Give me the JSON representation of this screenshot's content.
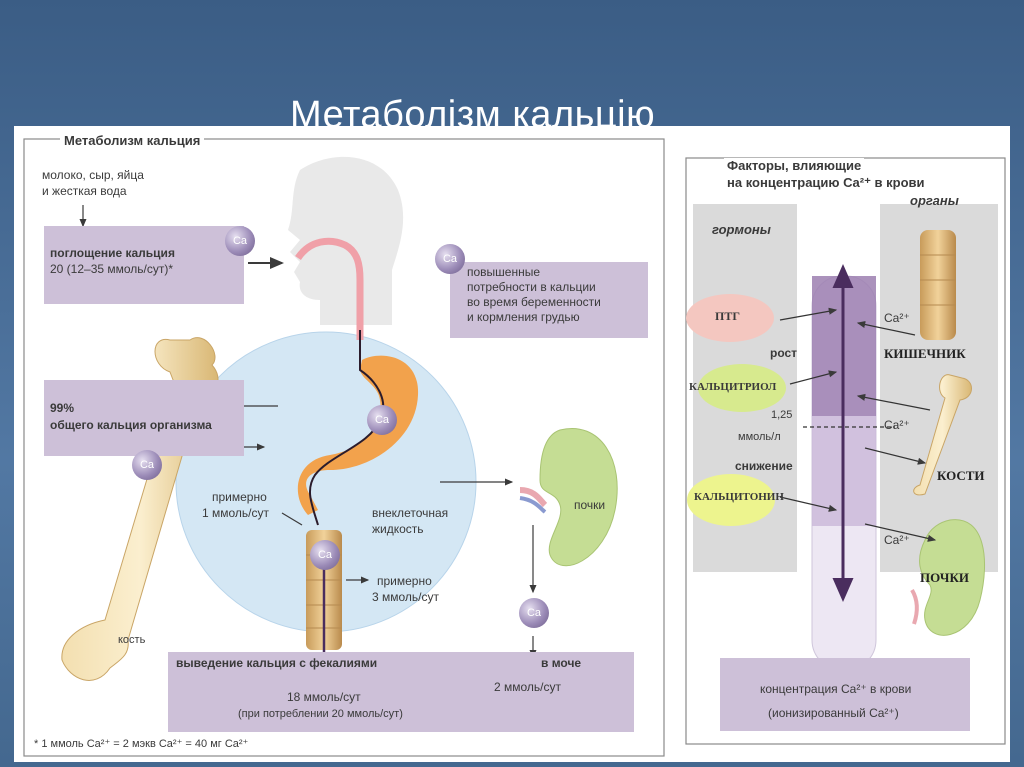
{
  "slide_title": "Метаболізм кальцію",
  "left_diagram": {
    "title": "Метаболизм кальция",
    "intake_source": [
      "молоко, сыр, яйца",
      "и жесткая вода"
    ],
    "absorption": {
      "title": "поглощение кальция",
      "value": "20 (12–35 ммоль/сут)*"
    },
    "pregnancy_note": [
      "повышенные",
      "потребности в кальции",
      "во время беременности",
      "и кормления грудью"
    ],
    "body_store": {
      "percent": "99%",
      "label": "общего кальция организма"
    },
    "bone_label": "кость",
    "exchange_value": [
      "примерно",
      "1 ммоль/сут"
    ],
    "ecf_label": [
      "внеклеточная",
      "жидкость"
    ],
    "gut_secretion": [
      "примерно",
      "3 ммоль/сут"
    ],
    "kidney_label": "почки",
    "excretion_feces": "выведение кальция с фекалиями",
    "feces_value": "18 ммоль/сут",
    "feces_note": "(при потреблении 20 ммоль/сут)",
    "urine_label": "в моче",
    "urine_value": "2 ммоль/сут",
    "footnote": "* 1 ммоль Ca²⁺ = 2 мэкв Ca²⁺ = 40 мг Ca²⁺",
    "ca_symbol": "Ca"
  },
  "right_diagram": {
    "title_line1": "Факторы, влияющие",
    "title_line2": "на концентрацию Ca²⁺ в крови",
    "hormones_header": "гормоны",
    "organs_header": "органы",
    "pth": "ПТГ",
    "rise": "рост",
    "calcitriol": "КАЛЬЦИТРИОЛ",
    "level_value": "1,25",
    "level_unit": "ммоль/л",
    "decrease": "снижение",
    "calcitonin": "КАЛЬЦИТОНИН",
    "ca_ion": "Ca²⁺",
    "intestine": "КИШЕЧНИК",
    "bones": "КОСТИ",
    "kidneys": "ПОЧКИ",
    "footer_line1": "концентрация Ca²⁺ в крови",
    "footer_line2": "(ионизированный Ca²⁺)"
  },
  "colors": {
    "purple_box": "#cdc0d8",
    "arrow": "#4a2d5e",
    "ecf_circle": "#cfe3f2"
  }
}
